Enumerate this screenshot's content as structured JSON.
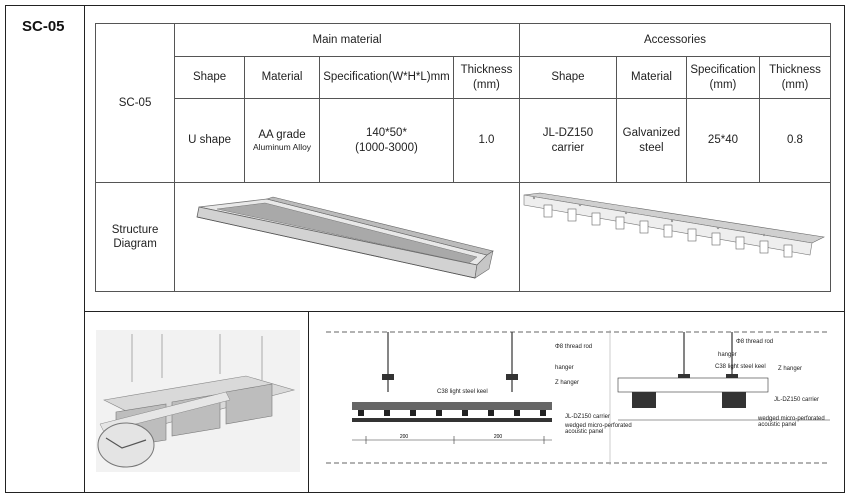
{
  "code": "SC-05",
  "table": {
    "row_label": "SC-05",
    "group_main": "Main material",
    "group_accessories": "Accessories",
    "headers": {
      "shape": "Shape",
      "material": "Material",
      "specification_main": "Specification(W*H*L)mm",
      "thickness": "Thickness",
      "thickness_unit": "(mm)",
      "shape_acc": "Shape",
      "material_acc": "Material",
      "specification_acc": "Specification",
      "specification_acc_unit": "(mm)",
      "thickness_acc": "Thickness",
      "thickness_acc_unit": "(mm)"
    },
    "values": {
      "shape": "U shape",
      "material": "AA grade",
      "material_sub": "Aluminum Alloy",
      "specification_line1": "140*50*",
      "specification_line2": "(1000-3000)",
      "thickness": "1.0",
      "shape_acc_line1": "JL-DZ150",
      "shape_acc_line2": "carrier",
      "material_acc_line1": "Galvanized",
      "material_acc_line2": "steel",
      "specification_acc": "25*40",
      "thickness_acc": "0.8"
    },
    "structure_label_line1": "Structure",
    "structure_label_line2": "Diagram"
  },
  "drawing": {
    "thread_rod": "Φ8 thread rod",
    "hanger": "hanger",
    "z_hanger": "Z hanger",
    "keel": "C38 light steel keel",
    "carrier": "JL-DZ150 carrier",
    "panel_line1": "wedged micro-perforated",
    "panel_line2": "acoustic panel",
    "dim_left": "200",
    "dim_right": "200"
  }
}
